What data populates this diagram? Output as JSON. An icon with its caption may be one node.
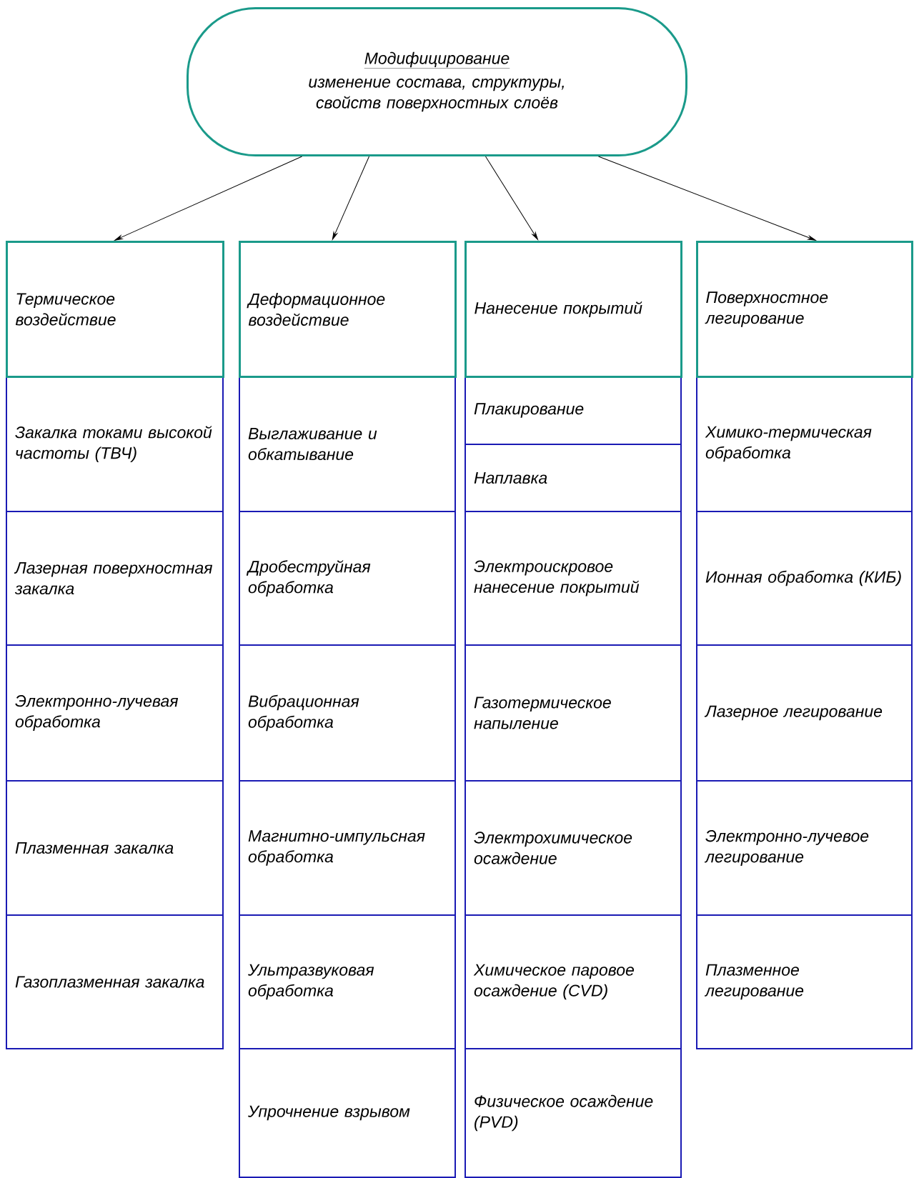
{
  "diagram": {
    "nodes": [
      {
        "text": [
          "Модифицирование",
          "изменение состава, структуры, свойств поверхностных слоёв"
        ]
      },
      {
        "text": [
          "Термическое воздействие"
        ]
      },
      {
        "text": [
          "Закалка токами высокой частоты (ТВЧ)"
        ]
      },
      {
        "text": [
          "Лазерная поверхностная закалка"
        ]
      },
      {
        "text": [
          "Электронно-лучевая обработка"
        ]
      },
      {
        "text": [
          "Плазменная закалка"
        ]
      },
      {
        "text": [
          "Газоплазменная закалка"
        ]
      },
      {
        "text": [
          "Деформационное воздействие"
        ]
      },
      {
        "text": [
          "Выглаживание и обкатывание"
        ]
      },
      {
        "text": [
          "Дробеструйная обработка"
        ]
      },
      {
        "text": [
          "Вибрационная обработка"
        ]
      },
      {
        "text": [
          "Магнитно-импульсная обработка"
        ]
      },
      {
        "text": [
          "Ультразвуковая обработка"
        ]
      },
      {
        "text": [
          "Упрочнение взрывом"
        ]
      },
      {
        "text": [
          "Нанесение покрытий"
        ]
      },
      {
        "text": [
          "Плакирование"
        ]
      },
      {
        "text": [
          "Наплавка"
        ]
      },
      {
        "text": [
          "Электроискровое нанесение покрытий"
        ]
      },
      {
        "text": [
          "Газотермическое напыление"
        ]
      },
      {
        "text": [
          "Электрохимическое осаждение"
        ]
      },
      {
        "text": [
          "Химическое паровое осаждение (CVD)"
        ]
      },
      {
        "text": [
          "Физическое осаждение (PVD)"
        ]
      },
      {
        "text": [
          "Поверхностное легирование"
        ]
      },
      {
        "text": [
          "Химико-термическая обработка"
        ]
      },
      {
        "text": [
          "Ионная обработка (КИБ)"
        ]
      },
      {
        "text": [
          "Лазерное легирование"
        ]
      },
      {
        "text": [
          "Электронно-лучевое легирование"
        ]
      },
      {
        "text": [
          "Плазменное легирование"
        ]
      }
    ],
    "edges": [
      {
        "from": 0,
        "to": 1,
        "arrow": "to"
      },
      {
        "from": 0,
        "to": 7,
        "arrow": "to"
      },
      {
        "from": 0,
        "to": 14,
        "arrow": "to"
      },
      {
        "from": 0,
        "to": 22,
        "arrow": "to"
      }
    ]
  }
}
